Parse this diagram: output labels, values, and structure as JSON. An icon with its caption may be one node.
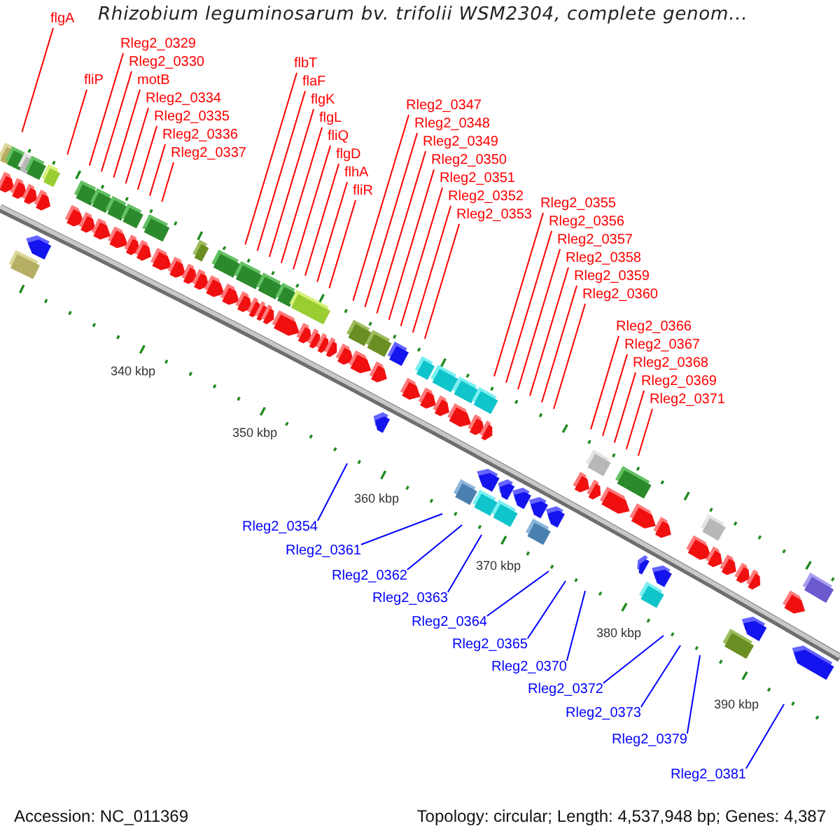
{
  "diagram": {
    "title": "Rhizobium leguminosarum bv. trifolii WSM2304, complete genom...",
    "nodes": [
      {
        "text": [
          "flgA"
        ]
      },
      {
        "text": [
          "fliP"
        ]
      },
      {
        "text": [
          "Rleg2_0329"
        ]
      },
      {
        "text": [
          "Rleg2_0330"
        ]
      },
      {
        "text": [
          "motB"
        ]
      },
      {
        "text": [
          "Rleg2_0334"
        ]
      },
      {
        "text": [
          "Rleg2_0335"
        ]
      },
      {
        "text": [
          "Rleg2_0336"
        ]
      },
      {
        "text": [
          "Rleg2_0337"
        ]
      },
      {
        "text": [
          "flbT"
        ]
      },
      {
        "text": [
          "flaF"
        ]
      },
      {
        "text": [
          "flgK"
        ]
      },
      {
        "text": [
          "flgL"
        ]
      },
      {
        "text": [
          "fliQ"
        ]
      },
      {
        "text": [
          "flgD"
        ]
      },
      {
        "text": [
          "flhA"
        ]
      },
      {
        "text": [
          "fliR"
        ]
      },
      {
        "text": [
          "Rleg2_0347"
        ]
      },
      {
        "text": [
          "Rleg2_0348"
        ]
      },
      {
        "text": [
          "Rleg2_0349"
        ]
      },
      {
        "text": [
          "Rleg2_0350"
        ]
      },
      {
        "text": [
          "Rleg2_0351"
        ]
      },
      {
        "text": [
          "Rleg2_0352"
        ]
      },
      {
        "text": [
          "Rleg2_0353"
        ]
      },
      {
        "text": [
          "Rleg2_0355"
        ]
      },
      {
        "text": [
          "Rleg2_0356"
        ]
      },
      {
        "text": [
          "Rleg2_0357"
        ]
      },
      {
        "text": [
          "Rleg2_0358"
        ]
      },
      {
        "text": [
          "Rleg2_0359"
        ]
      },
      {
        "text": [
          "Rleg2_0360"
        ]
      },
      {
        "text": [
          "Rleg2_0366"
        ]
      },
      {
        "text": [
          "Rleg2_0367"
        ]
      },
      {
        "text": [
          "Rleg2_0368"
        ]
      },
      {
        "text": [
          "Rleg2_0369"
        ]
      },
      {
        "text": [
          "Rleg2_0371"
        ]
      },
      {
        "text": [
          "Rleg2_0354"
        ]
      },
      {
        "text": [
          "Rleg2_0361"
        ]
      },
      {
        "text": [
          "Rleg2_0362"
        ]
      },
      {
        "text": [
          "Rleg2_0363"
        ]
      },
      {
        "text": [
          "Rleg2_0364"
        ]
      },
      {
        "text": [
          "Rleg2_0365"
        ]
      },
      {
        "text": [
          "Rleg2_0370"
        ]
      },
      {
        "text": [
          "Rleg2_0372"
        ]
      },
      {
        "text": [
          "Rleg2_0373"
        ]
      },
      {
        "text": [
          "Rleg2_0379"
        ]
      },
      {
        "text": [
          "Rleg2_0381"
        ]
      }
    ],
    "edges": [
      {
        "from": 0,
        "to": null,
        "arrow": "none"
      },
      {
        "from": 1,
        "to": null,
        "arrow": "none"
      },
      {
        "from": 2,
        "to": null,
        "arrow": "none"
      },
      {
        "from": 3,
        "to": null,
        "arrow": "none"
      },
      {
        "from": 4,
        "to": null,
        "arrow": "none"
      },
      {
        "from": 5,
        "to": null,
        "arrow": "none"
      },
      {
        "from": 6,
        "to": null,
        "arrow": "none"
      },
      {
        "from": 7,
        "to": null,
        "arrow": "none"
      },
      {
        "from": 8,
        "to": null,
        "arrow": "none"
      },
      {
        "from": 9,
        "to": null,
        "arrow": "none"
      },
      {
        "from": 10,
        "to": null,
        "arrow": "none"
      },
      {
        "from": 11,
        "to": null,
        "arrow": "none"
      },
      {
        "from": 12,
        "to": null,
        "arrow": "none"
      },
      {
        "from": 13,
        "to": null,
        "arrow": "none"
      },
      {
        "from": 14,
        "to": null,
        "arrow": "none"
      },
      {
        "from": 15,
        "to": null,
        "arrow": "none"
      },
      {
        "from": 16,
        "to": null,
        "arrow": "none"
      },
      {
        "from": 17,
        "to": null,
        "arrow": "none"
      },
      {
        "from": 18,
        "to": null,
        "arrow": "none"
      },
      {
        "from": 19,
        "to": null,
        "arrow": "none"
      },
      {
        "from": 20,
        "to": null,
        "arrow": "none"
      },
      {
        "from": 21,
        "to": null,
        "arrow": "none"
      },
      {
        "from": 22,
        "to": null,
        "arrow": "none"
      },
      {
        "from": 23,
        "to": null,
        "arrow": "none"
      },
      {
        "from": 24,
        "to": null,
        "arrow": "none"
      },
      {
        "from": 25,
        "to": null,
        "arrow": "none"
      },
      {
        "from": 26,
        "to": null,
        "arrow": "none"
      },
      {
        "from": 27,
        "to": null,
        "arrow": "none"
      },
      {
        "from": 28,
        "to": null,
        "arrow": "none"
      },
      {
        "from": 29,
        "to": null,
        "arrow": "none"
      },
      {
        "from": 30,
        "to": null,
        "arrow": "none"
      },
      {
        "from": 31,
        "to": null,
        "arrow": "none"
      },
      {
        "from": 32,
        "to": null,
        "arrow": "none"
      },
      {
        "from": 33,
        "to": null,
        "arrow": "none"
      },
      {
        "from": 34,
        "to": null,
        "arrow": "none"
      },
      {
        "from": 35,
        "to": null,
        "arrow": "none",
        "color": "#0000ff"
      },
      {
        "from": 36,
        "to": null,
        "arrow": "none",
        "color": "#0000ff"
      },
      {
        "from": 37,
        "to": null,
        "arrow": "none",
        "color": "#0000ff"
      },
      {
        "from": 38,
        "to": null,
        "arrow": "none",
        "color": "#0000ff"
      },
      {
        "from": 39,
        "to": null,
        "arrow": "none",
        "color": "#0000ff"
      },
      {
        "from": 40,
        "to": null,
        "arrow": "none",
        "color": "#0000ff"
      },
      {
        "from": 41,
        "to": null,
        "arrow": "none",
        "color": "#0000ff"
      },
      {
        "from": 42,
        "to": null,
        "arrow": "none",
        "color": "#0000ff"
      },
      {
        "from": 43,
        "to": null,
        "arrow": "none",
        "color": "#0000ff"
      },
      {
        "from": 44,
        "to": null,
        "arrow": "none",
        "color": "#0000ff"
      },
      {
        "from": 45,
        "to": null,
        "arrow": "none",
        "color": "#0000ff"
      }
    ],
    "labels": [
      "340 kbp",
      "350 kbp",
      "360 kbp",
      "370 kbp",
      "380 kbp",
      "390 kbp",
      "Accession: NC_011369",
      "Topology: circular; Length: 4,537,948 bp; Genes: 4,387"
    ]
  }
}
